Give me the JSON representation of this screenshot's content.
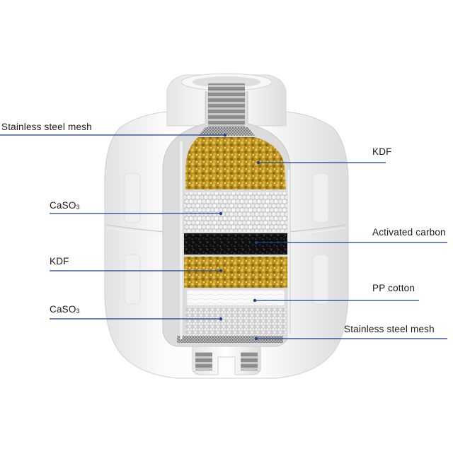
{
  "labels": {
    "left": [
      {
        "id": "stainless-steel-mesh-top",
        "text": "Stainless steel mesh"
      },
      {
        "id": "caso3-upper",
        "text": "CaSO",
        "sub": "3"
      },
      {
        "id": "kdf-lower",
        "text": "KDF"
      },
      {
        "id": "caso3-lower",
        "text": "CaSO",
        "sub": "3"
      }
    ],
    "right": [
      {
        "id": "kdf-upper",
        "text": "KDF"
      },
      {
        "id": "activated-carbon",
        "text": "Activated carbon"
      },
      {
        "id": "pp-cotton",
        "text": "PP cotton"
      },
      {
        "id": "stainless-steel-mesh-bottom",
        "text": "Stainless steel mesh"
      }
    ]
  },
  "colors": {
    "leader_line": "#1f3f8f",
    "housing": "#f4f4f4",
    "kdf": "#c9a22c",
    "caso3": "#e9e9e9",
    "carbon": "#161616",
    "pp_cotton": "#fbfbfb",
    "mesh": "#9a9a9a"
  }
}
